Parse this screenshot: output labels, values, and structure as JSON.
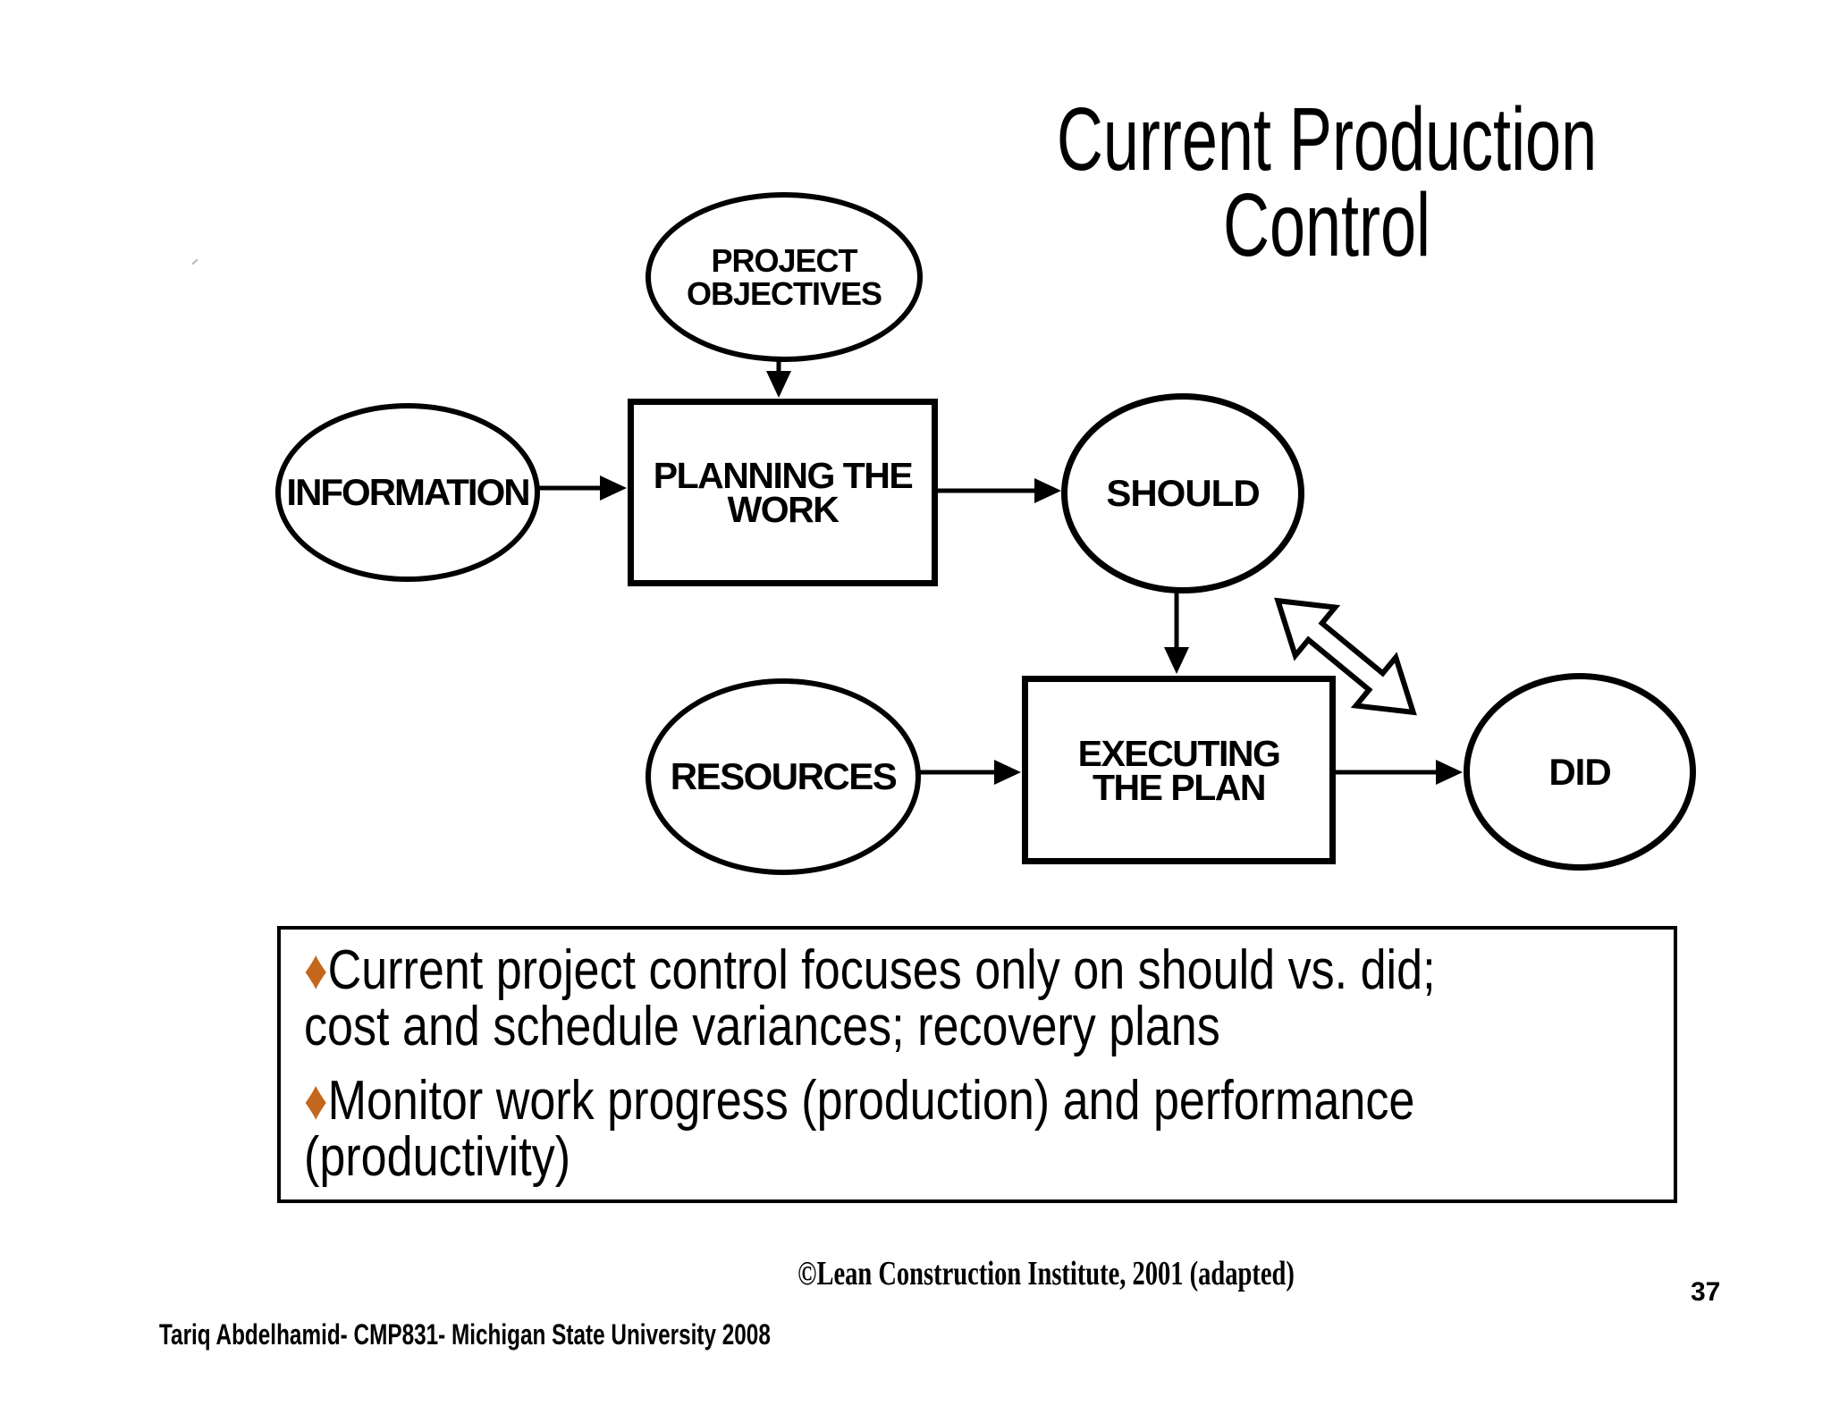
{
  "slide": {
    "title": {
      "line1": "Current Production",
      "line2": "Control"
    },
    "diagram": {
      "project_objectives": {
        "line1": "PROJECT",
        "line2": "OBJECTIVES"
      },
      "information": {
        "label": "INFORMATION"
      },
      "planning_the_work": {
        "line1": "PLANNING THE",
        "line2": "WORK"
      },
      "should": {
        "label": "SHOULD"
      },
      "resources": {
        "label": "RESOURCES"
      },
      "executing_the_plan": {
        "line1": "EXECUTING",
        "line2": "THE PLAN"
      },
      "did": {
        "label": "DID"
      }
    },
    "bullet_box": {
      "marker": "♦",
      "items": [
        {
          "lines": [
            "Current project control focuses only on should vs. did;",
            "cost and schedule variances; recovery plans"
          ]
        },
        {
          "lines": [
            "Monitor work progress (production) and performance",
            "(productivity)"
          ]
        }
      ]
    },
    "footer": {
      "credit": "©Lean Construction Institute, 2001 (adapted)",
      "attribution": "Tariq Abdelhamid- CMP831- Michigan State University 2008",
      "page_number": "37"
    },
    "colors": {
      "ink": "#000000",
      "bullet_marker": "#c2671d",
      "background": "#ffffff",
      "stray_mark": "#999999"
    }
  }
}
